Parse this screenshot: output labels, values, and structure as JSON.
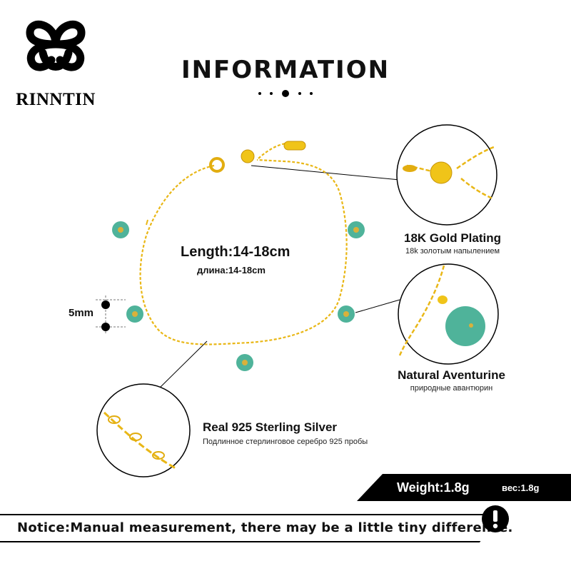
{
  "brand": {
    "name": "RINNTIN",
    "logo_icon": "quatrefoil-knot-logo"
  },
  "header": {
    "title": "INFORMATION"
  },
  "size": {
    "length_en": "Length:14-18cm",
    "length_ru": "длина:14-18cm",
    "bead": "5mm"
  },
  "features": {
    "gold": {
      "en": "18K Gold Plating",
      "ru": "18k золотым напылением"
    },
    "aventurine": {
      "en": "Natural Aventurine",
      "ru": "природные авантюрин"
    },
    "silver": {
      "en": "Real 925  Sterling  Silver",
      "ru": "Подлинное стерлинговое серебро 925 пробы"
    }
  },
  "weight": {
    "en": "Weight:1.8g",
    "ru": "вес:1.8g"
  },
  "notice": {
    "text": "Notice:Manual measurement, there may be a little tiny difference.",
    "icon": "exclamation-icon"
  },
  "colors": {
    "gold": "#f0c419",
    "bead": "#4fb39a",
    "black": "#000000"
  }
}
